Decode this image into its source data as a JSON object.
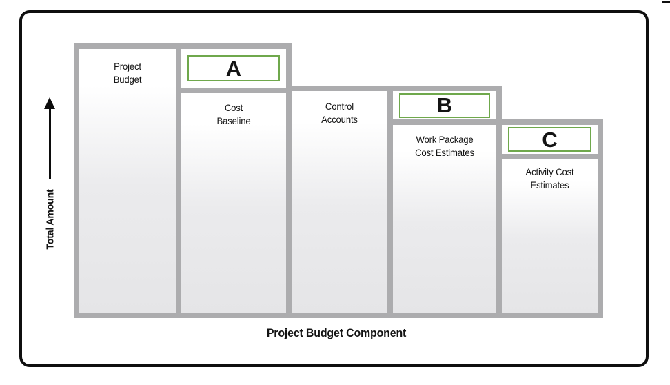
{
  "figure": {
    "y_axis": {
      "label": "Total Amount"
    },
    "x_axis": {
      "label": "Project Budget Component"
    },
    "columns": [
      {
        "id": "project-budget",
        "step": 1,
        "letter": "",
        "lines": [
          "Project",
          "Budget"
        ]
      },
      {
        "id": "cost-baseline",
        "step": 1,
        "letter": "A",
        "lines": [
          "Cost",
          "Baseline"
        ]
      },
      {
        "id": "control-accounts",
        "step": 2,
        "letter": "",
        "lines": [
          "Control",
          "Accounts"
        ]
      },
      {
        "id": "work-package-cost-estimates",
        "step": 2,
        "letter": "B",
        "lines": [
          "Work Package",
          "Cost Estimates"
        ]
      },
      {
        "id": "activity-cost-estimates",
        "step": 3,
        "letter": "C",
        "lines": [
          "Activity Cost",
          "Estimates"
        ]
      }
    ],
    "colors": {
      "frame_border": "#0f0f0f",
      "column_border": "#acacae",
      "column_fill_top": "#ffffff",
      "column_fill_bottom": "#e5e5e7",
      "letter_box_border": "#6fa84c",
      "text": "#141414"
    }
  }
}
